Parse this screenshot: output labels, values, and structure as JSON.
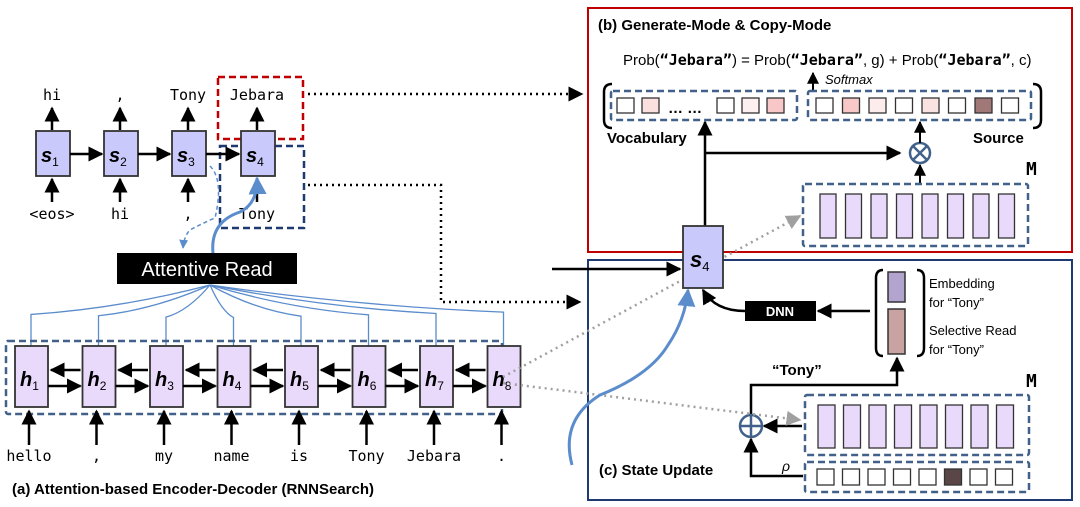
{
  "decoder": {
    "states": [
      {
        "name": "s",
        "sub": "1",
        "output": "hi",
        "input": "<eos>"
      },
      {
        "name": "s",
        "sub": "2",
        "output": ",",
        "input": "hi"
      },
      {
        "name": "s",
        "sub": "3",
        "output": "Tony",
        "input": ","
      },
      {
        "name": "s",
        "sub": "4",
        "output": "Jebara",
        "input": "Tony"
      }
    ]
  },
  "attentive_read": {
    "label": "Attentive Read"
  },
  "encoder": {
    "states": [
      {
        "name": "h",
        "sub": "1",
        "input": "hello"
      },
      {
        "name": "h",
        "sub": "2",
        "input": ","
      },
      {
        "name": "h",
        "sub": "3",
        "input": "my"
      },
      {
        "name": "h",
        "sub": "4",
        "input": "name"
      },
      {
        "name": "h",
        "sub": "5",
        "input": "is"
      },
      {
        "name": "h",
        "sub": "6",
        "input": "Tony"
      },
      {
        "name": "h",
        "sub": "7",
        "input": "Jebara"
      },
      {
        "name": "h",
        "sub": "8",
        "input": "."
      }
    ]
  },
  "panel_a": {
    "caption": "(a) Attention-based Encoder-Decoder (RNNSearch)"
  },
  "panel_b": {
    "caption": "(b) Generate-Mode & Copy-Mode",
    "formula": {
      "p1": "Prob(",
      "q1": "“Jebara”",
      "p2": ") = Prob(",
      "q2": "“Jebara”",
      "p3": ", g) + Prob(",
      "q3": "“Jebara”",
      "p4": ", c)"
    },
    "softmax_label": "Softmax",
    "vocabulary_label": "Vocabulary",
    "source_label": "Source",
    "ellipsis": "… …",
    "vocab_cells": [
      "#ffffff",
      "#fbe0e0",
      "#ffffff",
      "#fdf0f0",
      "#f8c8c8"
    ],
    "source_cells": [
      "#ffffff",
      "#f8c8c8",
      "#fdecec",
      "#ffffff",
      "#fbe2e2",
      "#ffffff",
      "#a07878",
      "#ffffff"
    ],
    "memory_label": "M"
  },
  "center_state": {
    "name": "s",
    "sub": "4"
  },
  "panel_c": {
    "caption": "(c) State Update",
    "dnn_label": "DNN",
    "embedding_label_1": "Embedding",
    "embedding_label_2": "for “Tony”",
    "selective_label_1": "Selective Read",
    "selective_label_2": "for “Tony”",
    "tony_label": "“Tony”",
    "rho_label": "ρ",
    "memory_label": "M",
    "rho_cells": [
      "#ffffff",
      "#ffffff",
      "#ffffff",
      "#ffffff",
      "#ffffff",
      "#5a4646",
      "#ffffff",
      "#ffffff"
    ]
  },
  "colors": {
    "decoder_fill": "#c9c9fb",
    "encoder_fill": "#e9d9fb",
    "dashed_blue": "#41618b",
    "red": "#c00000",
    "navy": "#1f3a73",
    "attention": "#5b8ccc",
    "gray_dotted": "#a0a0a0"
  }
}
